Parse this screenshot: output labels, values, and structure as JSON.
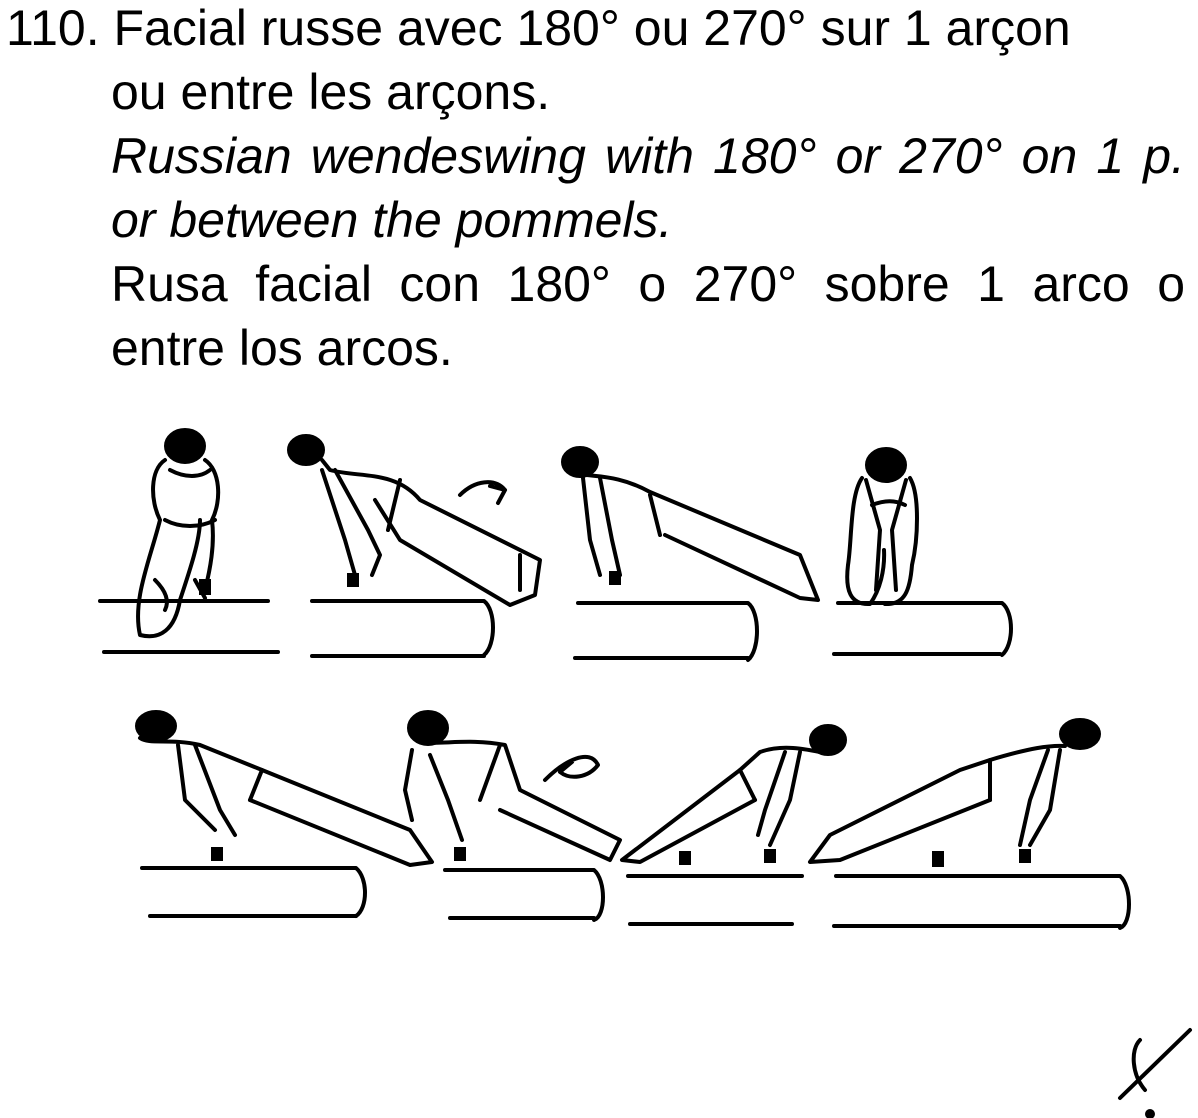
{
  "element": {
    "number": "110.",
    "name_fr_line1": "Facial russe avec 180° ou  270° sur 1 arçon",
    "name_fr_line2": "ou entre les arçons.",
    "name_en": "Russian wendeswing with 180° or 270° on 1 p. or between the pommels.",
    "name_es": "Rusa facial con 180° o 270° sobre 1 arco o entre los arcos."
  },
  "illustration": {
    "row1_figures": 4,
    "row2_figures": 4
  }
}
